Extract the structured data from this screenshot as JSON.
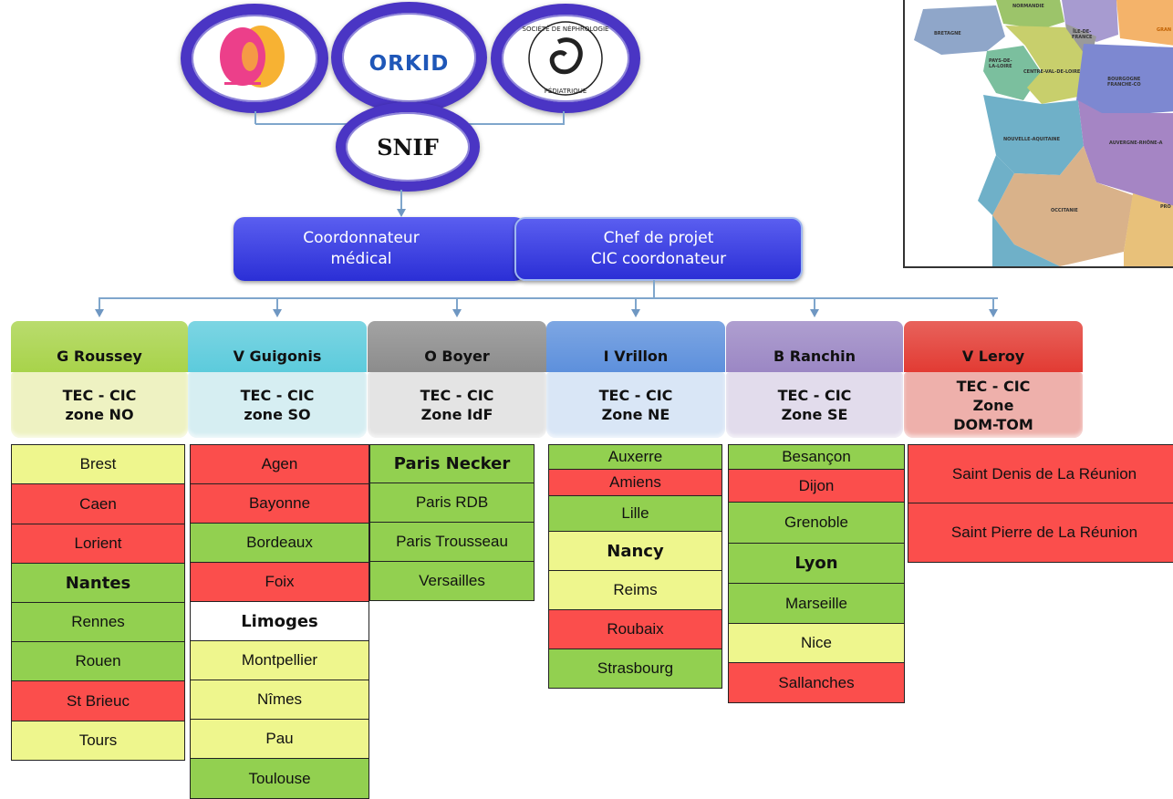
{
  "logos": {
    "orkid": "ORKID",
    "snp_ring": "SOCIÉTÉ DE NÉPHROLOGIE PÉDIATRIQUE",
    "snif": "SNIF"
  },
  "coordination": {
    "left": "Coordonnateur\nmédical",
    "right": "Chef de projet\nCIC coordonateur"
  },
  "map_regions": [
    "NORMANDIE",
    "ÎLE-DE-\nFRANCE",
    "BRETAGNE",
    "PAYS-DE-\nLA-LOIRE",
    "CENTRE-VAL-DE-LOIRE",
    "BOURGOGNE\nFRANCHE-CO",
    "GRAN",
    "NOUVELLE-AQUITAINE",
    "AUVERGNE-RHÔNE-A",
    "OCCITANIE",
    "PRO"
  ],
  "colors": {
    "green": "#92d050",
    "yellow": "#eef68d",
    "red": "#fb4e4c",
    "white": "#ffffff"
  },
  "zones": [
    {
      "name": "G Roussey",
      "team": "TEC - CIC\nzone NO",
      "top_color": "#a8d34a",
      "bottom_color": "#eef2c2",
      "cities": [
        {
          "label": "Brest",
          "status": "yellow"
        },
        {
          "label": "Caen",
          "status": "red"
        },
        {
          "label": "Lorient",
          "status": "red"
        },
        {
          "label": "Nantes",
          "status": "green",
          "bold": true
        },
        {
          "label": "Rennes",
          "status": "green"
        },
        {
          "label": "Rouen",
          "status": "green"
        },
        {
          "label": "St Brieuc",
          "status": "red"
        },
        {
          "label": "Tours",
          "status": "yellow"
        }
      ]
    },
    {
      "name": "V Guigonis",
      "team": "TEC - CIC\nzone SO",
      "top_color": "#5ccbdc",
      "bottom_color": "#d6eef2",
      "cities": [
        {
          "label": "Agen",
          "status": "red"
        },
        {
          "label": "Bayonne",
          "status": "red"
        },
        {
          "label": "Bordeaux",
          "status": "green"
        },
        {
          "label": "Foix",
          "status": "red"
        },
        {
          "label": "Limoges",
          "status": "white",
          "bold": true
        },
        {
          "label": "Montpellier",
          "status": "yellow"
        },
        {
          "label": "Nîmes",
          "status": "yellow"
        },
        {
          "label": "Pau",
          "status": "yellow"
        },
        {
          "label": "Toulouse",
          "status": "green"
        }
      ]
    },
    {
      "name": "O Boyer",
      "team": "TEC - CIC\nZone IdF",
      "top_color": "#8c8c8c",
      "bottom_color": "#e4e4e4",
      "cities": [
        {
          "label": "Paris Necker",
          "status": "green",
          "bold": true
        },
        {
          "label": "Paris RDB",
          "status": "green"
        },
        {
          "label": "Paris Trousseau",
          "status": "green"
        },
        {
          "label": "Versailles",
          "status": "green"
        }
      ]
    },
    {
      "name": "I Vrillon",
      "team": "TEC - CIC\nZone NE",
      "top_color": "#5d90dc",
      "bottom_color": "#d9e6f6",
      "cities": [
        {
          "label": "Auxerre",
          "status": "green"
        },
        {
          "label": "Amiens",
          "status": "red"
        },
        {
          "label": "Lille",
          "status": "green"
        },
        {
          "label": "Nancy",
          "status": "yellow",
          "bold": true
        },
        {
          "label": "Reims",
          "status": "yellow"
        },
        {
          "label": "Roubaix",
          "status": "red"
        },
        {
          "label": "Strasbourg",
          "status": "green"
        }
      ]
    },
    {
      "name": "B Ranchin",
      "team": "TEC - CIC\nZone SE",
      "top_color": "#9b87c4",
      "bottom_color": "#e2dcec",
      "cities": [
        {
          "label": "Besançon",
          "status": "green"
        },
        {
          "label": "Dijon",
          "status": "red"
        },
        {
          "label": "Grenoble",
          "status": "green"
        },
        {
          "label": "Lyon",
          "status": "green",
          "bold": true
        },
        {
          "label": "Marseille",
          "status": "green"
        },
        {
          "label": "Nice",
          "status": "yellow"
        },
        {
          "label": "Sallanches",
          "status": "red"
        }
      ]
    },
    {
      "name": "V Leroy",
      "team": "TEC - CIC\nZone\nDOM-TOM",
      "top_color": "#e23b33",
      "bottom_color": "#eeb0ab",
      "cities": [
        {
          "label": "Saint Denis de La Réunion",
          "status": "red"
        },
        {
          "label": "Saint Pierre de La Réunion",
          "status": "red"
        }
      ]
    }
  ]
}
